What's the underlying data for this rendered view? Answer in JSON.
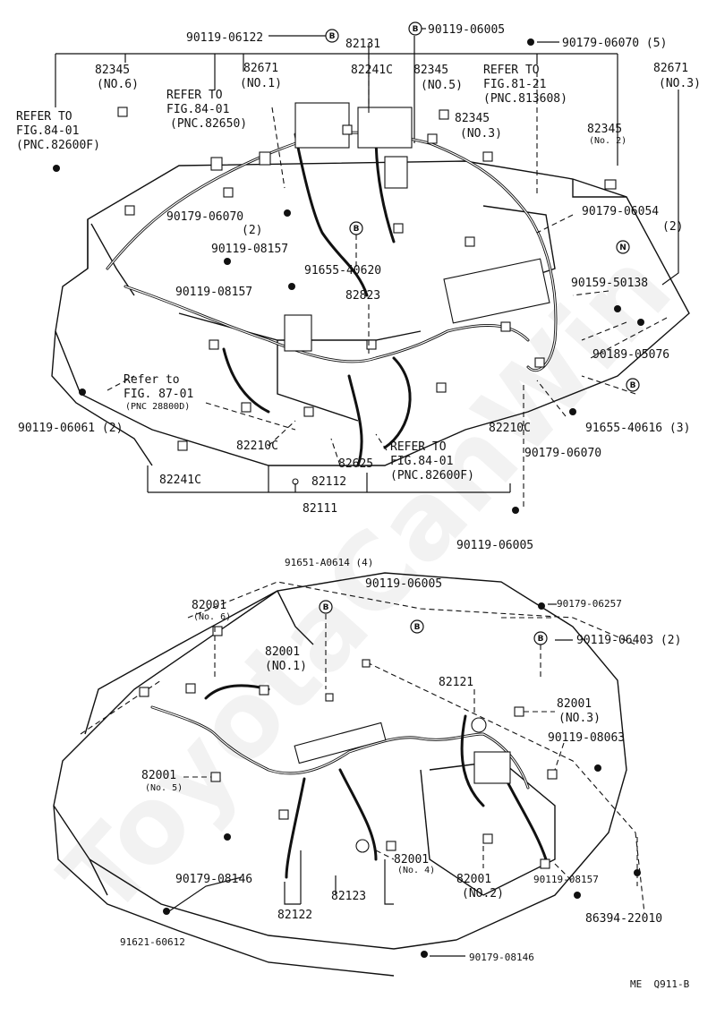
{
  "watermark": "ToyotaCanWin",
  "diagram_id": "ME  Q911-B",
  "badge_b": "B",
  "badge_n": "N",
  "top_labels": {
    "p90119_06122": "90119-06122",
    "p82131": "82131",
    "p90119_06005_top": "90119-06005",
    "p90179_06070_5": "90179-06070 (5)",
    "p82345_no6": "82345",
    "p82345_no6_sub": "(NO.6)",
    "p82671_no1": "82671",
    "p82671_no1_sub": "(NO.1)",
    "p82241c_top": "82241C",
    "p82345_no5": "82345",
    "p82345_no5_sub": "(NO.5)",
    "refer_8121_a": "REFER TO",
    "refer_8121_b": "FIG.81-21",
    "refer_8121_c": "(PNC.813608)",
    "p82671_no3": "82671",
    "p82671_no3_sub": "(NO.3)",
    "refer_l_a": "REFER TO",
    "refer_l_b": "FIG.84-01",
    "refer_l_c": "(PNC.82600F)",
    "refer_8401_a": "REFER TO",
    "refer_8401_b": "FIG.84-01",
    "refer_8401_c": "(PNC.82650)",
    "p82345_no3": "82345",
    "p82345_no3_sub": "(NO.3)",
    "p82345_no2": "82345",
    "p82345_no2_sub": "(No. 2)",
    "p90179_06070_2": "90179-06070",
    "p90179_06070_2_sub": "(2)",
    "p90179_06054": "90179-06054",
    "p90179_06054_sub": "(2)",
    "p90119_08157_a": "90119-08157",
    "p91655_40620": "91655-40620",
    "p90119_08157_b": "90119-08157",
    "p90159_50138": "90159-50138",
    "p82823": "82823",
    "p90189_05076": "90189-05076",
    "refer_8701_a": "Refer to",
    "refer_8701_b": "FIG. 87-01",
    "refer_8701_c": "(PNC 28800D)",
    "p90119_06061": "90119-06061 (2)",
    "p91655_40616": "91655-40616 (3)",
    "p82210c_r": "82210C",
    "p82210c_l": "82210C",
    "p90179_06070_b": "90179-06070",
    "refer_8401_r_a": "REFER TO",
    "refer_8401_r_b": "FIG.84-01",
    "refer_8401_r_c": "(PNC.82600F)",
    "p82625": "82625",
    "p82241c_l": "82241C",
    "p82112": "82112",
    "p82111": "82111",
    "p90119_06005_b": "90119-06005"
  },
  "bottom_labels": {
    "p91651_a0614": "91651-A0614 (4)",
    "p90119_06005": "90119-06005",
    "p90179_06257": "90179-06257",
    "p82001_no6": "82001",
    "p82001_no6_sub": "(No. 6)",
    "p90119_06403": "90119-06403 (2)",
    "p82001_no1": "82001",
    "p82001_no1_sub": "(NO.1)",
    "p82121": "82121",
    "p82001_no3": "82001",
    "p82001_no3_sub": "(NO.3)",
    "p90119_08063": "90119-08063",
    "p82001_no5": "82001",
    "p82001_no5_sub": "(No. 5)",
    "p82001_no4": "82001",
    "p82001_no4_sub": "(No. 4)",
    "p90179_08146_a": "90179-08146",
    "p82123": "82123",
    "p82001_no2": "82001",
    "p82001_no2_sub": "(NO.2)",
    "p90119_08157": "90119-08157",
    "p82122": "82122",
    "p86394_22010": "86394-22010",
    "p91621_60612": "91621-60612",
    "p90179_08146_b": "90179-08146"
  }
}
